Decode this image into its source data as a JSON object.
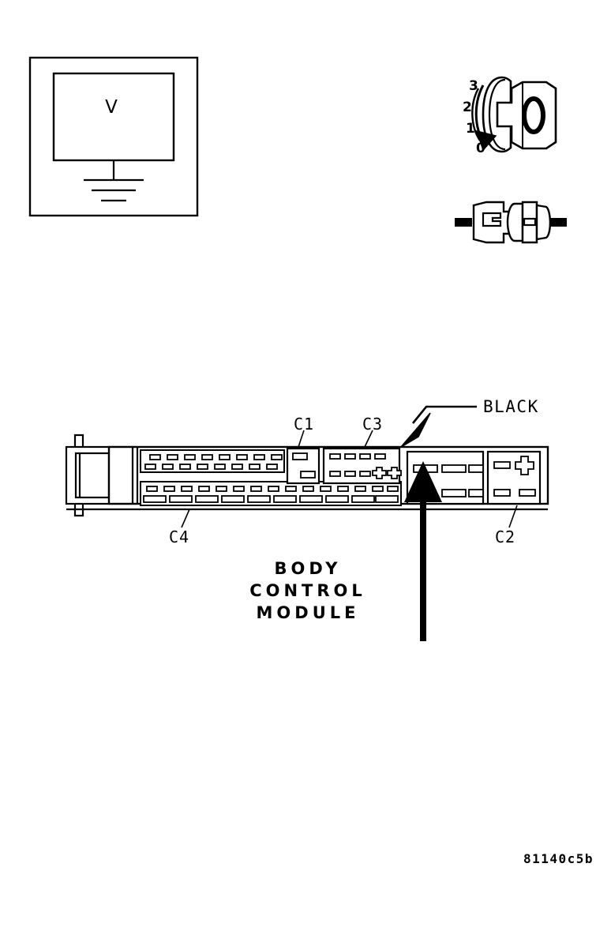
{
  "figure": {
    "id_label": "81140c5b",
    "title_lines": [
      "BODY",
      "CONTROL",
      "MODULE"
    ],
    "stroke_color": "#000000",
    "fill_color": "#FFFFFF"
  },
  "meter": {
    "name": "voltmeter-symbol",
    "display_letter": "V",
    "ground_symbol": "earth-ground"
  },
  "ignition_switch": {
    "name": "ignition-key-cylinder",
    "positions": [
      "3",
      "2",
      "1",
      "0"
    ],
    "indicated_position": "0"
  },
  "connector_symbol": {
    "name": "inline-connector-disconnected"
  },
  "callouts": {
    "black": "BLACK",
    "c1": "C1",
    "c2": "C2",
    "c3": "C3",
    "c4": "C4"
  },
  "module": {
    "connectors": [
      {
        "id": "C4",
        "label": "C4"
      },
      {
        "id": "C1",
        "label": "C1"
      },
      {
        "id": "C3",
        "label": "C3"
      },
      {
        "id": "C2",
        "label": "C2"
      }
    ],
    "probe_arrow": {
      "name": "probe-arrow",
      "direction": "up",
      "target": "C2 cavity"
    }
  }
}
